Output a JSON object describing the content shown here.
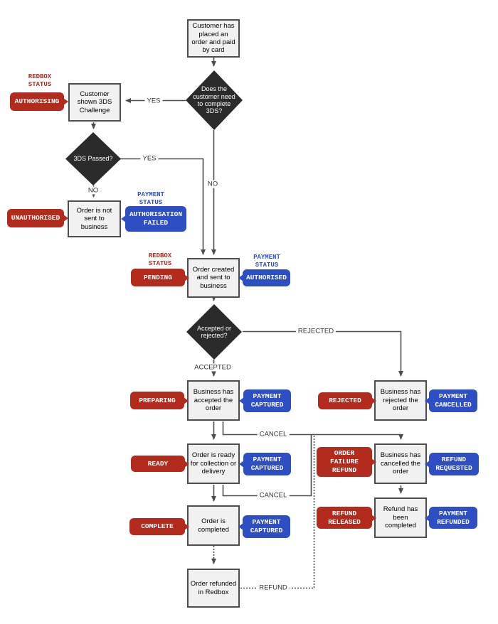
{
  "colors": {
    "redbox_red": "#b22b1d",
    "payment_blue": "#2e4ec4",
    "decision_fill": "#2b2b2b",
    "process_fill": "#f1f1f1",
    "process_border": "#4d4d4d",
    "connector": "#4d4d4d",
    "background": "#ffffff"
  },
  "nodes": {
    "start": "Customer has placed an order and paid by card",
    "needs_3ds": "Does the customer need to complete 3DS?",
    "shown_3ds": "Customer shown 3DS Challenge",
    "passed_3ds": "3DS Passed?",
    "not_sent": "Order is not sent to business",
    "created": "Order created and sent to business",
    "accept_reject": "Accepted or rejected?",
    "accepted": "Business has accepted the order",
    "rejected": "Business has rejected the order",
    "ready": "Order is ready for collection or delivery",
    "cancelled": "Business has cancelled the order",
    "refund_completed": "Refund has been completed",
    "completed": "Order is completed",
    "refunded": "Order refunded in Redbox"
  },
  "badges": {
    "authorising": "AUTHORISING",
    "unauthorised": "UNAUTHORISED",
    "authorisation_failed": "AUTHORISATION\nFAILED",
    "pending": "PENDING",
    "authorised": "AUTHORISED",
    "preparing": "PREPARING",
    "payment_captured_accepted": "PAYMENT\nCAPTURED",
    "rejected": "REJECTED",
    "payment_cancelled": "PAYMENT\nCANCELLED",
    "ready": "READY",
    "payment_captured_ready": "PAYMENT\nCAPTURED",
    "order_failure_refund": "ORDER\nFAILURE\nREFUND",
    "refund_requested": "REFUND\nREQUESTED",
    "refund_released": "REFUND\nRELEASED",
    "payment_refunded": "PAYMENT\nREFUNDED",
    "complete": "COMPLETE",
    "payment_captured_complete": "PAYMENT\nCAPTURED"
  },
  "status_labels": {
    "redbox_1": "REDBOX\nSTATUS",
    "payment_1": "PAYMENT\nSTATUS",
    "redbox_2": "REDBOX\nSTATUS",
    "payment_2": "PAYMENT\nSTATUS"
  },
  "edge_labels": {
    "yes_3ds": "YES",
    "no_3ds": "NO",
    "yes_passed": "YES",
    "no_passed": "NO",
    "rejected": "REJECTED",
    "accepted": "ACCEPTED",
    "cancel_1": "CANCEL",
    "cancel_2": "CANCEL",
    "refund": "REFUND"
  }
}
